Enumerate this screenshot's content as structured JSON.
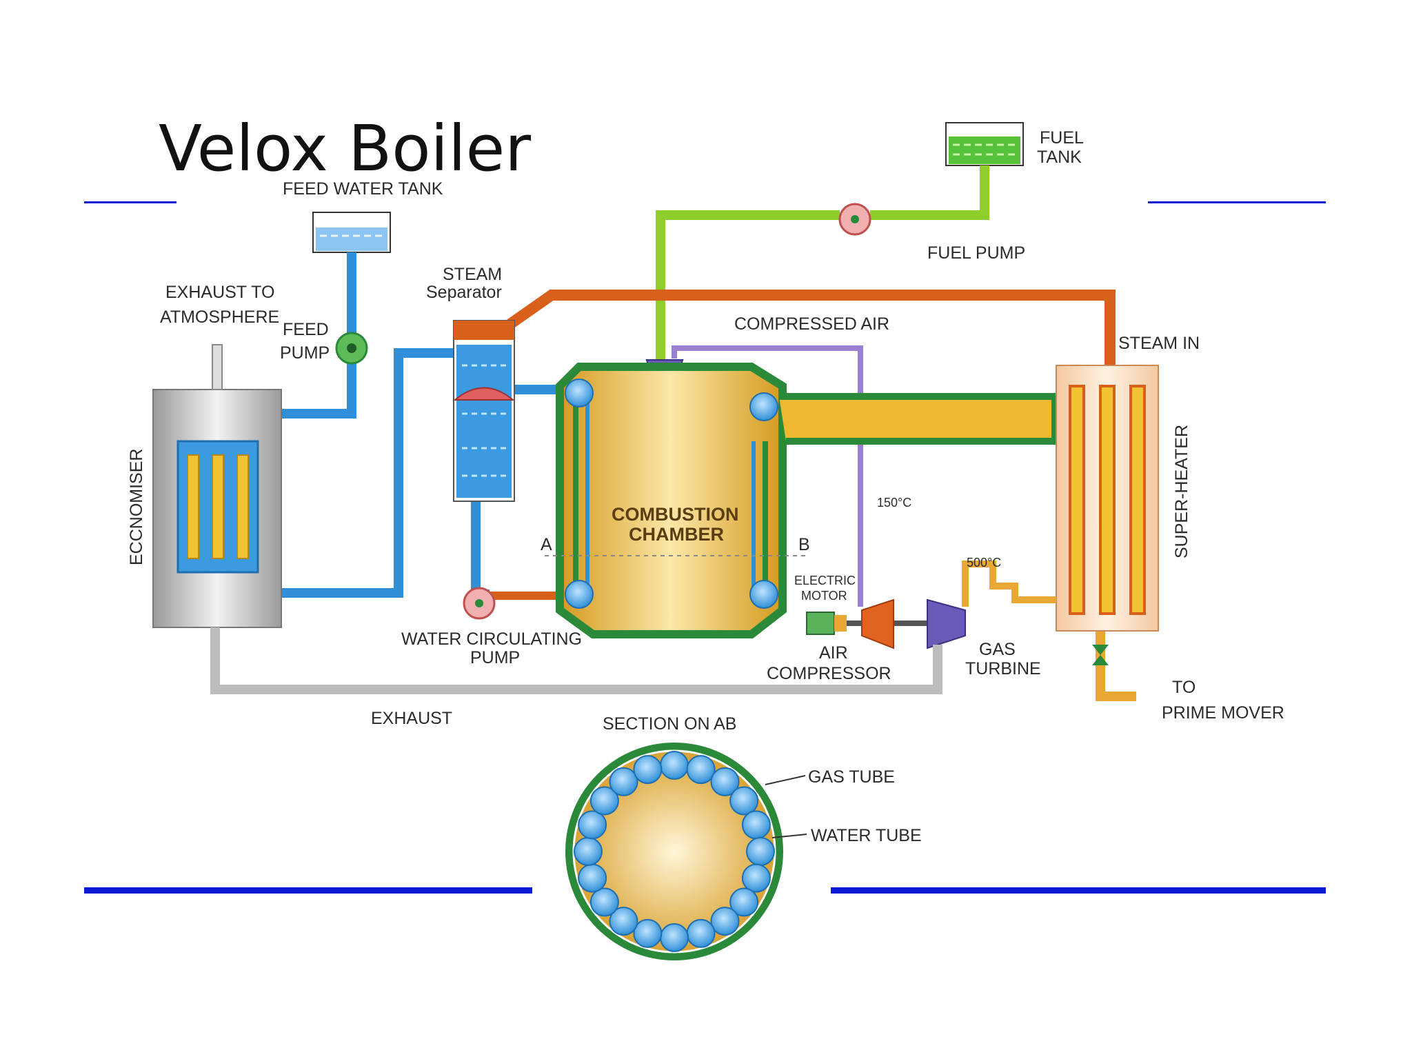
{
  "title": "Velox Boiler",
  "labels": {
    "feed_water_tank": "FEED WATER TANK",
    "fuel_tank": [
      "FUEL",
      "TANK"
    ],
    "fuel_pump": "FUEL PUMP",
    "steam_separator": [
      "STEAM",
      "Separator"
    ],
    "exhaust_to_atmosphere": [
      "EXHAUST TO",
      "ATMOSPHERE"
    ],
    "feed_pump": [
      "FEED",
      "PUMP"
    ],
    "compressed_air": "COMPRESSED AIR",
    "steam_in": "STEAM IN",
    "economiser": "ECCNOMISER",
    "super_heater": "SUPER-HEATER",
    "combustion_chamber": [
      "COMBUSTION",
      "CHAMBER"
    ],
    "section_point_a": "A",
    "section_point_b": "B",
    "temp_150": "150°C",
    "temp_500": "500°C",
    "electric_motor": [
      "ELECTRIC",
      "MOTOR"
    ],
    "water_circulating_pump": [
      "WATER  CIRCULATING",
      "PUMP"
    ],
    "air_compressor": [
      "AIR",
      "COMPRESSOR"
    ],
    "gas_turbine": [
      "GAS",
      "TURBINE"
    ],
    "to_prime_mover": [
      "TO",
      "PRIME MOVER"
    ],
    "exhaust": "EXHAUST",
    "section_on_ab": "SECTION ON AB",
    "gas_tube": "GAS TUBE",
    "water_tube": "WATER TUBE"
  },
  "colors": {
    "water": "#2f8fd8",
    "steam": "#d9601b",
    "fuel": "#8fce2c",
    "air": "#9b7fd0",
    "chamber": "#e5b23a",
    "chamber_rim": "#2a8a3a",
    "rule": "#0a1bd6"
  }
}
